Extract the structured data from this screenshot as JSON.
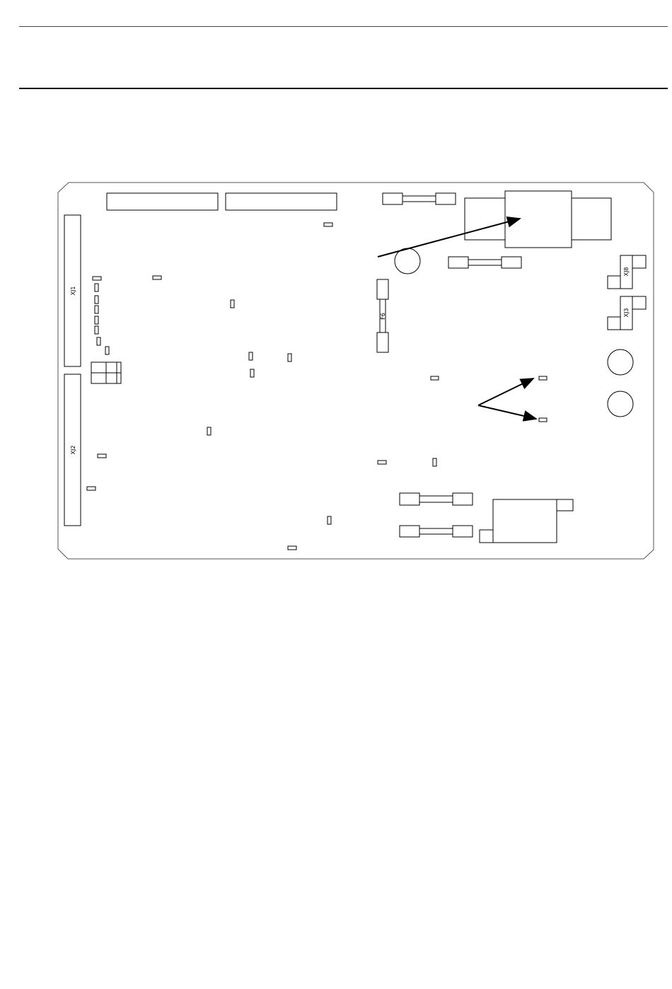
{
  "diagram": {
    "labels": {
      "xj1": "XJ1",
      "xj2": "XJ2",
      "xj3": "XJ3",
      "xj8": "XJ8",
      "f6": "F6"
    }
  }
}
